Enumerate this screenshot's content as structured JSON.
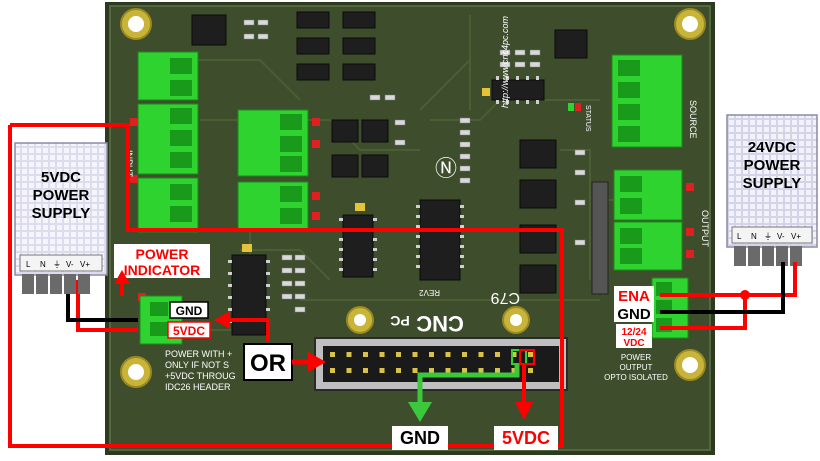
{
  "board": {
    "url": "http://www.cnc4pc.com",
    "model": "C79",
    "revision": "REV2",
    "logo_cnc": "CNC",
    "logo_pc": "PC",
    "silk_input": "INPUT",
    "silk_source": "SOURCE",
    "silk_output": "OUTPUT",
    "silk_status": "STATUS",
    "silk_power_out": [
      "POWER",
      "OUTPUT",
      "OPTO ISOLATED"
    ],
    "silk_note": [
      "POWER WITH +",
      "ONLY IF NOT S",
      "+5VDC THROUG",
      "IDC26 HEADER"
    ]
  },
  "supply_left": {
    "title": [
      "5VDC",
      "POWER",
      "SUPPLY"
    ],
    "terminals": [
      "L",
      "N",
      "⏚",
      "V-",
      "V+"
    ]
  },
  "supply_right": {
    "title": [
      "24VDC",
      "POWER",
      "SUPPLY"
    ],
    "terminals": [
      "L",
      "N",
      "⏚",
      "V-",
      "V+"
    ]
  },
  "labels": {
    "power_indicator": [
      "POWER",
      "INDICATOR"
    ],
    "gnd_tag": "GND",
    "vdc5_tag": "5VDC",
    "or": "OR",
    "gnd_bottom": "GND",
    "vdc5_bottom": "5VDC",
    "ena": "ENA",
    "gnd_right": "GND",
    "vdc1224": [
      "12/24",
      "VDC"
    ]
  },
  "colors": {
    "pcb": "#3a4a2a",
    "terminal": "#2fd32f",
    "wire_red": "#ff0000",
    "wire_black": "#000000",
    "arrow_green": "#3cc83c",
    "supply": "#d8d8ec"
  }
}
